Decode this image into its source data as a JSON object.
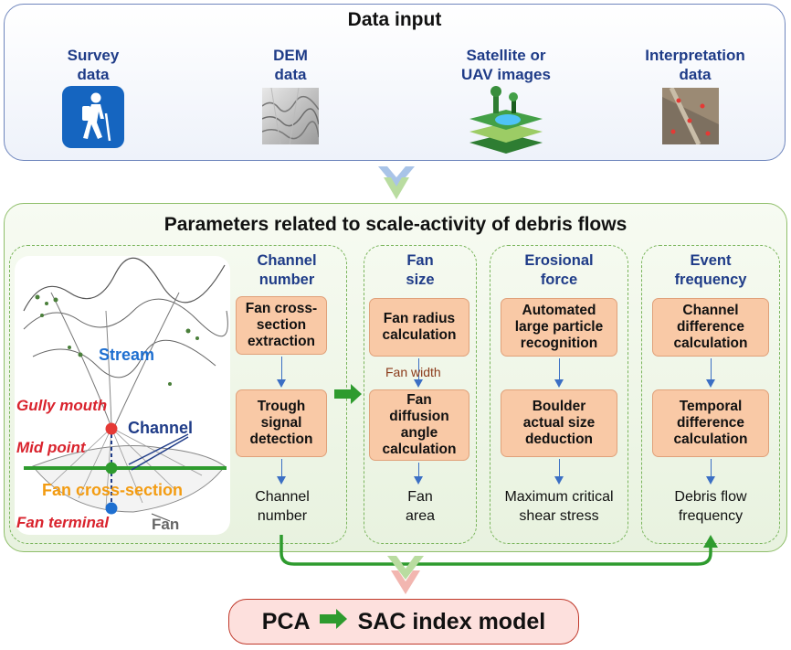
{
  "data_input": {
    "title": "Data input",
    "sources": [
      {
        "label": "Survey\ndata",
        "icon": "hiker-icon"
      },
      {
        "label": "DEM\ndata",
        "icon": "dem-terrain-icon"
      },
      {
        "label": "Satellite or\nUAV images",
        "icon": "satellite-layers-icon"
      },
      {
        "label": "Interpretation\ndata",
        "icon": "interpretation-map-icon"
      }
    ]
  },
  "parameters": {
    "title": "Parameters related to scale-activity of debris flows",
    "map_labels": {
      "stream": "Stream",
      "gully_mouth": "Gully mouth",
      "channel": "Channel",
      "mid_point": "Mid point",
      "fan_cross_section": "Fan cross-section",
      "fan_terminal": "Fan terminal",
      "fan": "Fan"
    },
    "columns": [
      {
        "title": "Channel\nnumber",
        "steps": [
          "Fan cross-\nsection\nextraction",
          "Trough\nsignal\ndetection"
        ],
        "output": "Channel\nnumber"
      },
      {
        "title": "Fan\nsize",
        "steps": [
          "Fan radius\ncalculation",
          "Fan\ndiffusion\nangle\ncalculation"
        ],
        "between_label": "Fan width",
        "output": "Fan\narea"
      },
      {
        "title": "Erosional\nforce",
        "steps": [
          "Automated\nlarge particle\nrecognition",
          "Boulder\nactual size\ndeduction"
        ],
        "output": "Maximum critical\nshear stress"
      },
      {
        "title": "Event\nfrequency",
        "steps": [
          "Channel\ndifference\ncalculation",
          "Temporal\ndifference\ncalculation"
        ],
        "output": "Debris flow\nfrequency"
      }
    ]
  },
  "model": {
    "left": "PCA",
    "right": "SAC index model"
  },
  "colors": {
    "title_blue": "#1f3c88",
    "step_fill": "#f9c9a6",
    "green_arrow": "#2e9b2e",
    "red_label": "#d9232d",
    "orange_label": "#f39c12"
  }
}
